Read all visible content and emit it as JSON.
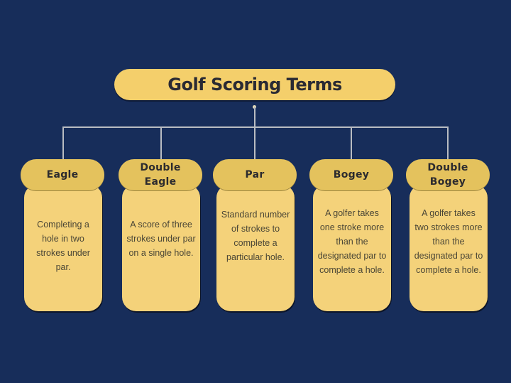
{
  "title": "Golf Scoring Terms",
  "colors": {
    "background": "#172d5a",
    "title_pill": "#f4cf6b",
    "card_header": "#e4c25d",
    "card_body": "#f4d27a",
    "connector": "#b9bcc2"
  },
  "terms": [
    {
      "name": "Eagle",
      "description": "Completing a hole in two strokes under par."
    },
    {
      "name": "Double Eagle",
      "description": "A score of three strokes under par on a single hole."
    },
    {
      "name": "Par",
      "description": "Standard number of strokes to complete a particular hole."
    },
    {
      "name": "Bogey",
      "description": "A golfer takes one stroke more than the designated par to complete a hole."
    },
    {
      "name": "Double Bogey",
      "description": "A golfer takes two strokes more than the designated par to complete a hole."
    }
  ]
}
